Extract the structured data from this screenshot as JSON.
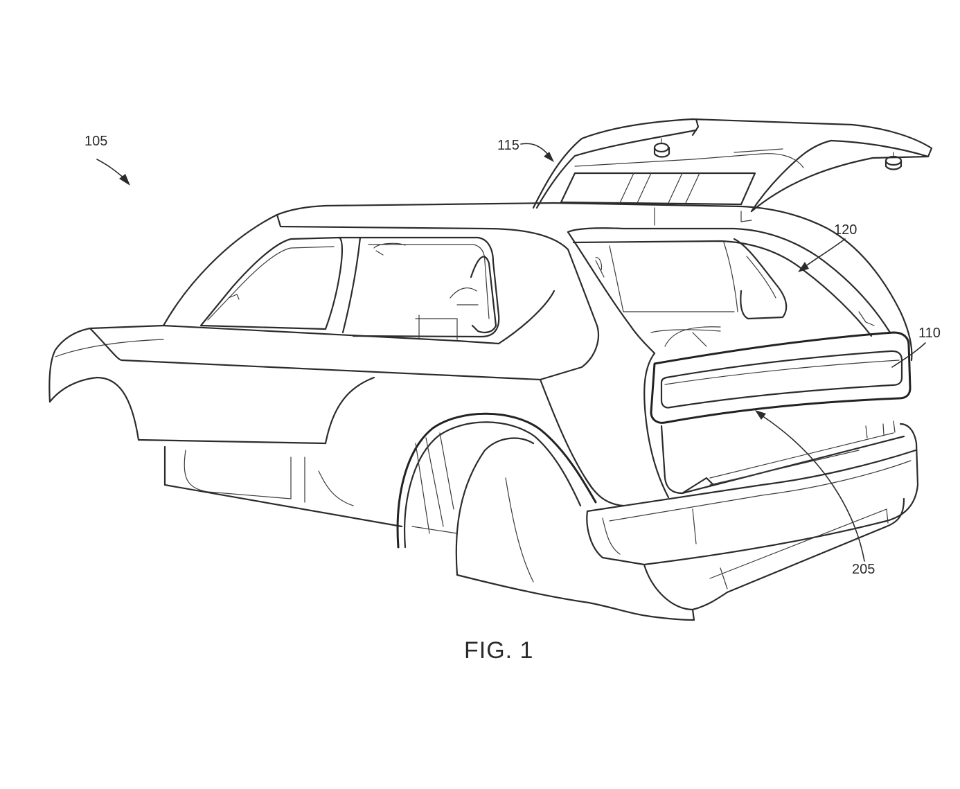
{
  "figure": {
    "caption": "FIG. 1"
  },
  "reference_numerals": {
    "vehicle": "105",
    "liftgate": "115",
    "cargo_opening": "120",
    "rear_panel": "110",
    "light_bar": "205"
  },
  "colors": {
    "ink": "#2b2b2b",
    "paper": "#ffffff"
  }
}
